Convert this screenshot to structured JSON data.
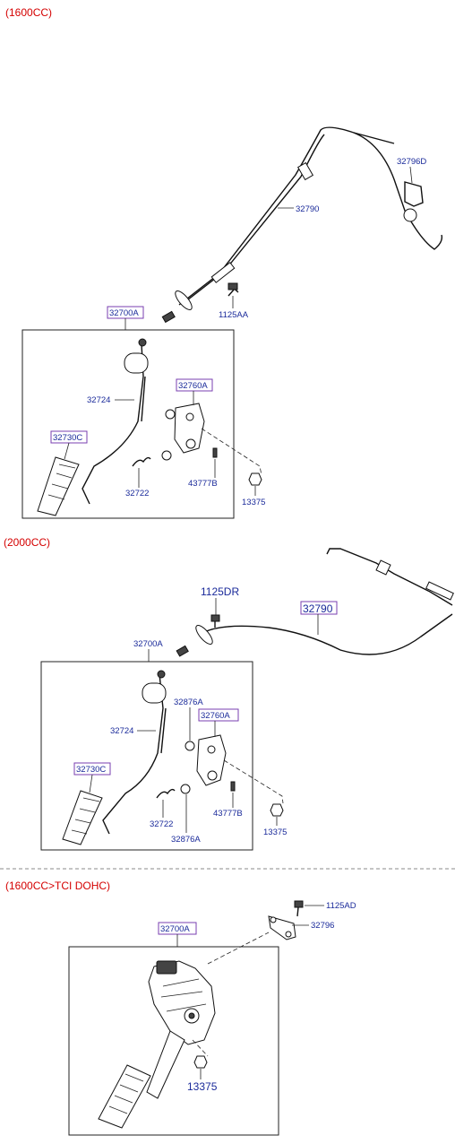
{
  "sections": [
    {
      "title": "(1600CC)",
      "labels": [
        "32796D",
        "32790",
        "1125AA",
        "32700A",
        "32724",
        "32760A",
        "32730C",
        "32722",
        "43777B",
        "13375"
      ]
    },
    {
      "title": "(2000CC)",
      "labels": [
        "1125DR",
        "32790",
        "32700A",
        "32876A",
        "32760A",
        "32724",
        "32730C",
        "43777B",
        "32722",
        "32876A",
        "13375"
      ]
    },
    {
      "title": "(1600CC>TCI DOHC)",
      "labels": [
        "1125AD",
        "32796",
        "32700A",
        "13375"
      ]
    }
  ]
}
